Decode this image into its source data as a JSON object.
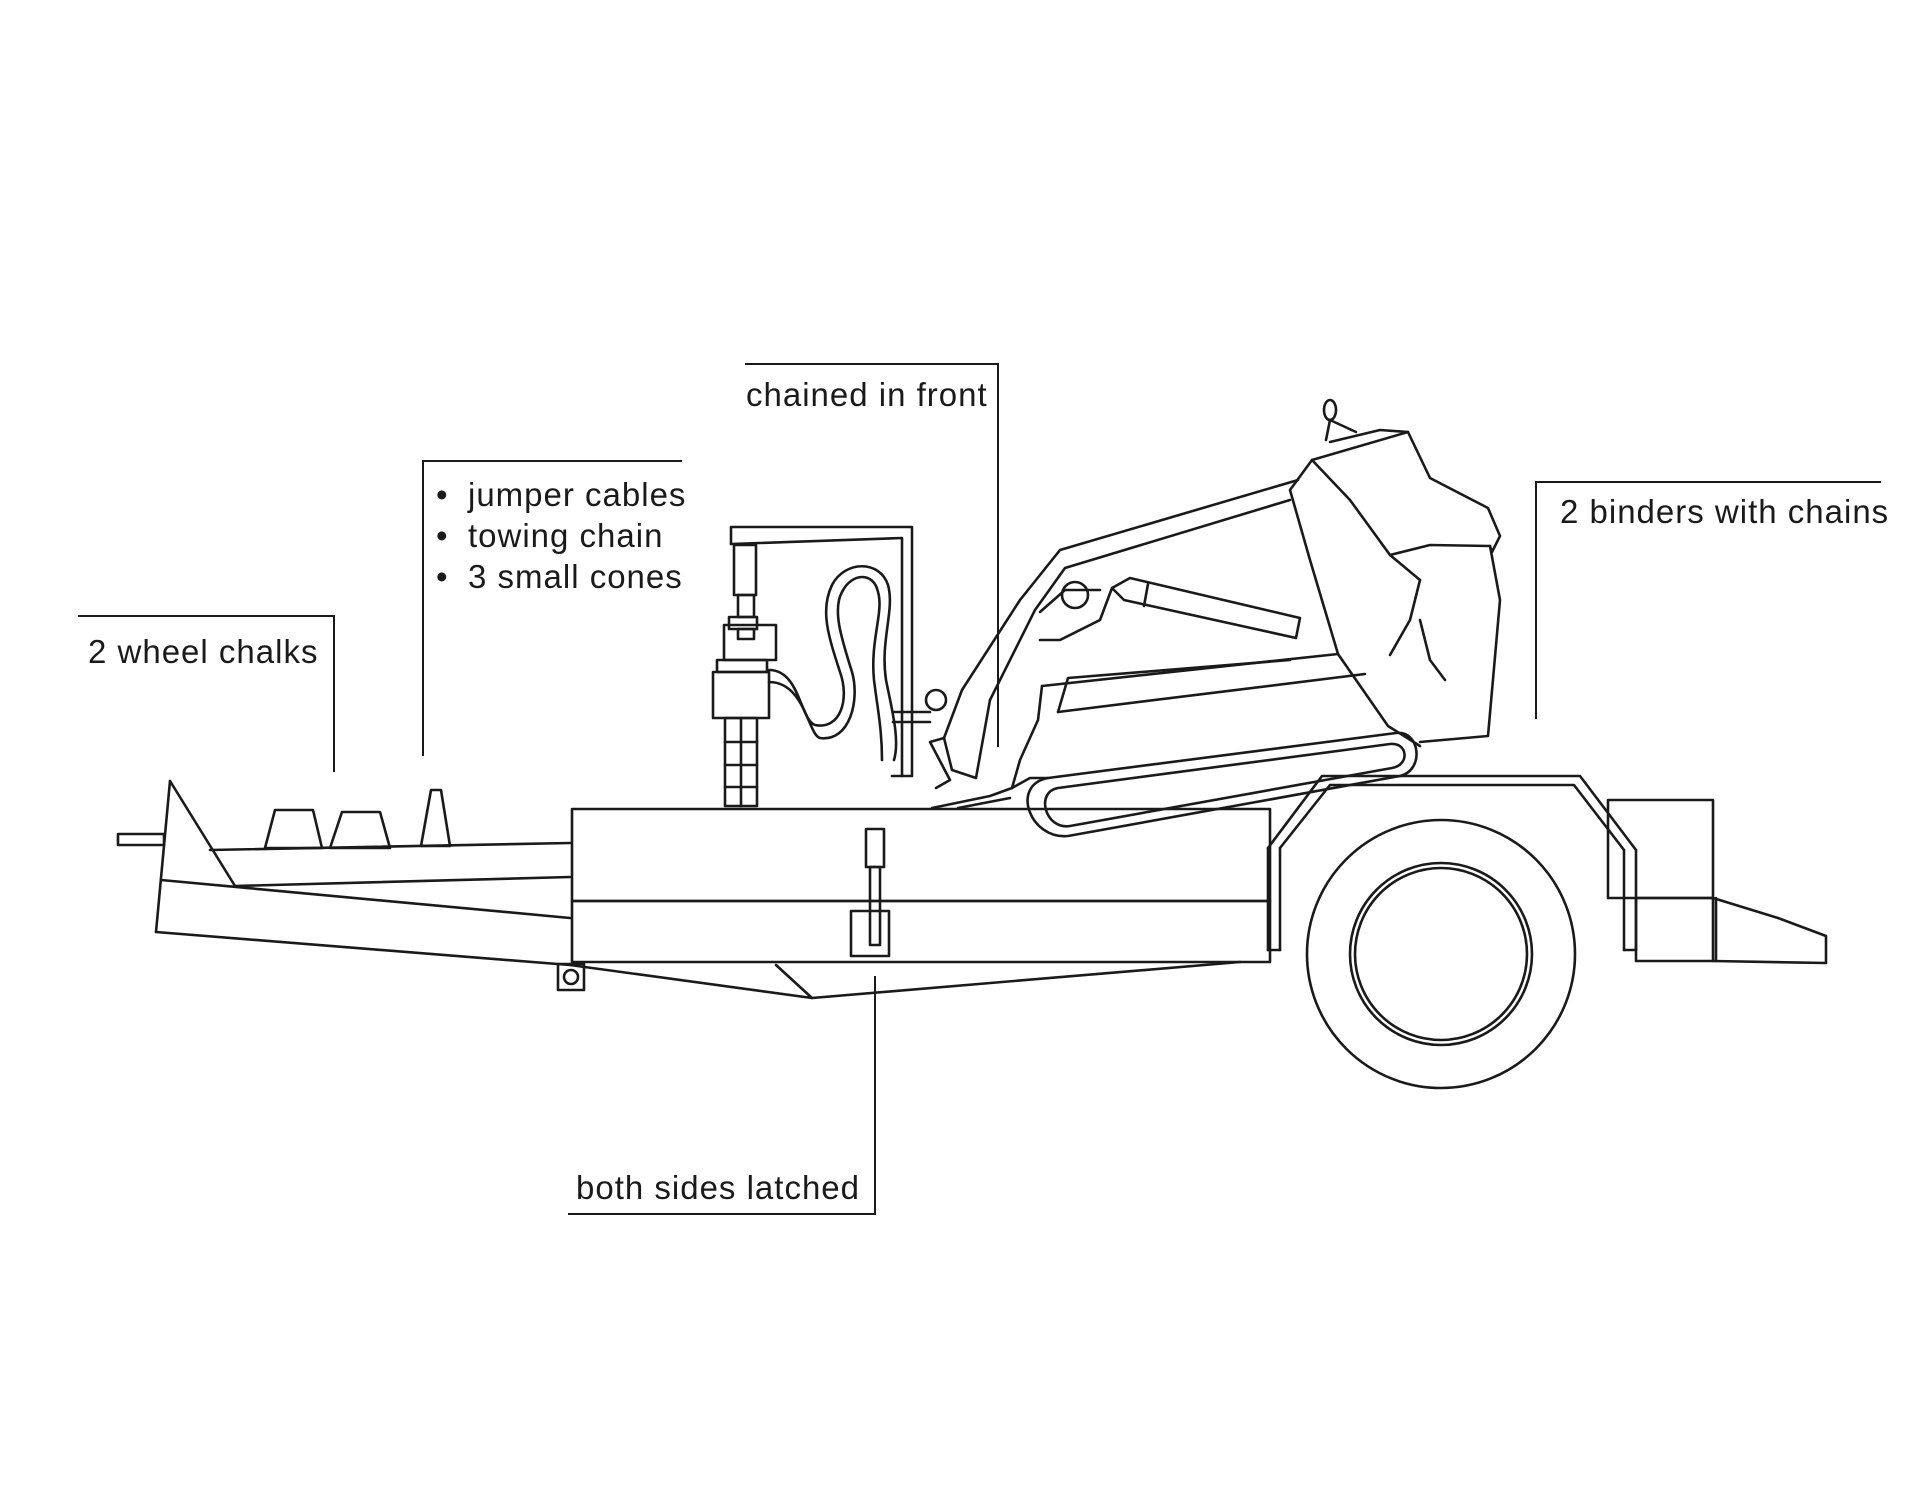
{
  "labels": {
    "wheel_chalks": "2 wheel chalks",
    "chained_front": "chained in front",
    "binders": "2 binders with chains",
    "sides_latched": "both sides latched",
    "equipment_list": [
      "jumper cables",
      "towing chain",
      "3 small cones"
    ]
  },
  "colors": {
    "line": "#1a1a1a",
    "background": "#ffffff"
  }
}
